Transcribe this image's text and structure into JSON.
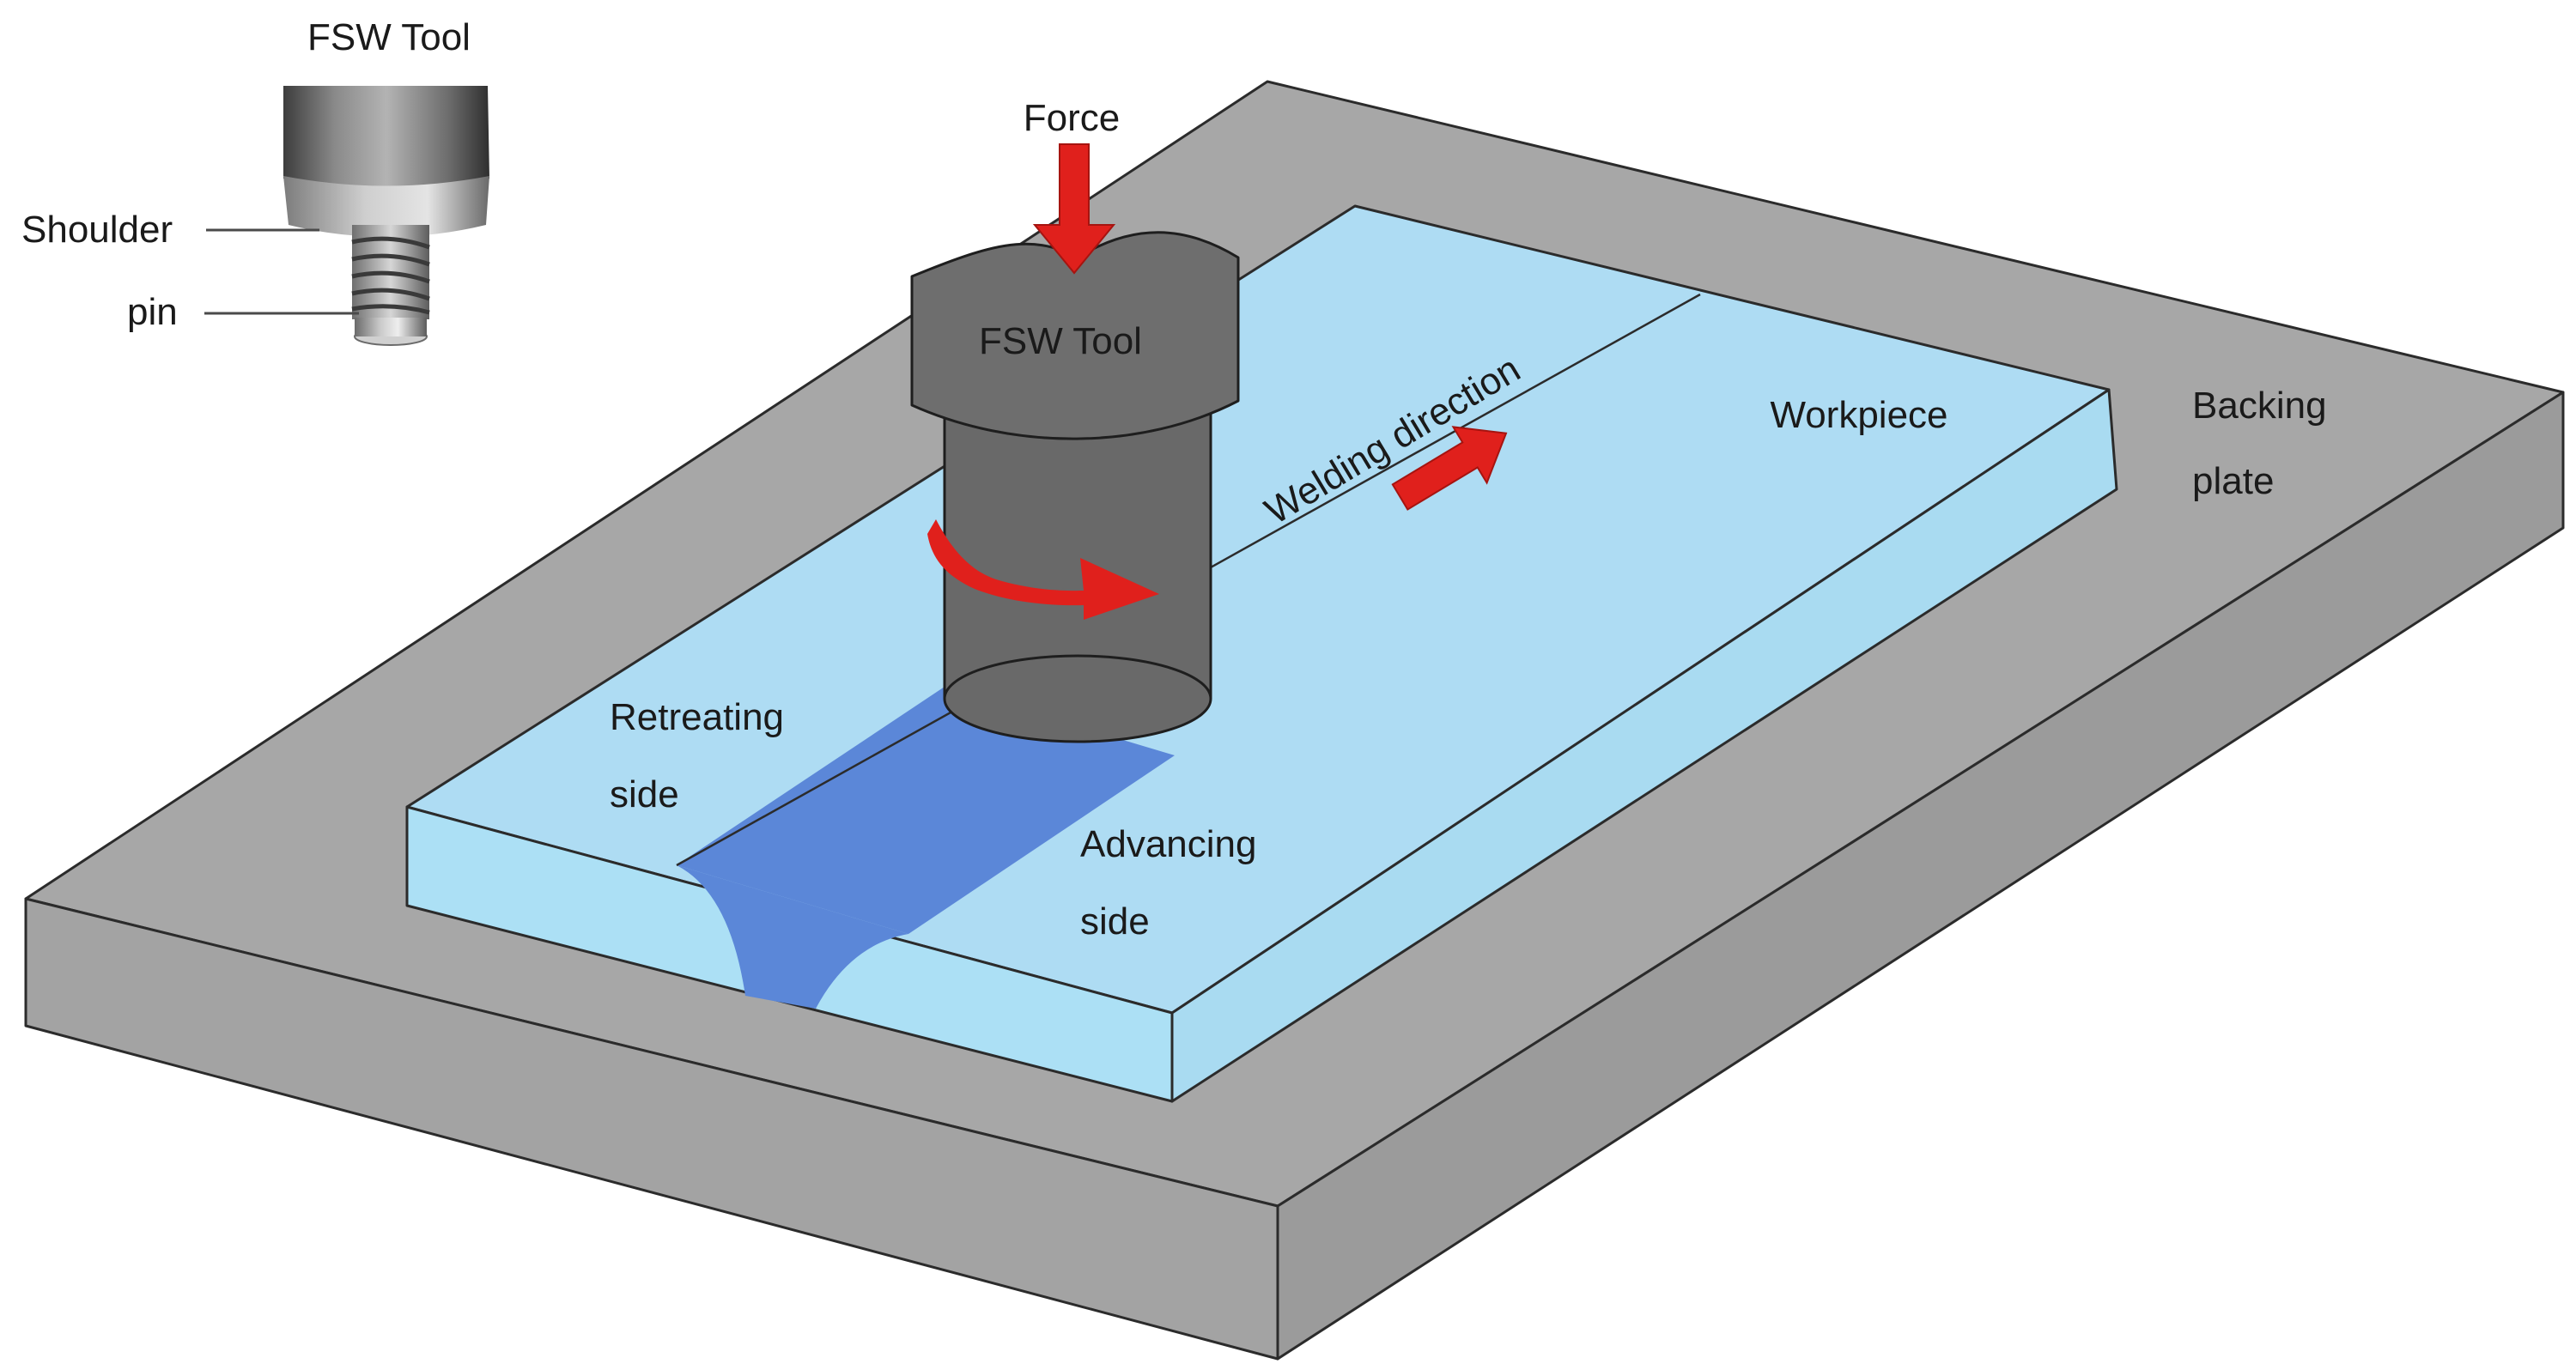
{
  "inset": {
    "title": "FSW Tool",
    "shoulder_label": "Shoulder",
    "pin_label": "pin"
  },
  "labels": {
    "force": "Force",
    "tool": "FSW Tool",
    "welding_direction": "Welding direction",
    "workpiece": "Workpiece",
    "backing_plate_line1": "Backing",
    "backing_plate_line2": "plate",
    "retreating_line1": "Retreating",
    "retreating_line2": "side",
    "advancing_line1": "Advancing",
    "advancing_line2": "side"
  },
  "colors": {
    "backing_plate": "#a7a7a7",
    "workpiece": "#aedcf3",
    "weld_seam": "#5b87d8",
    "tool": "#6e6e6e",
    "arrows": "#e0201c"
  }
}
